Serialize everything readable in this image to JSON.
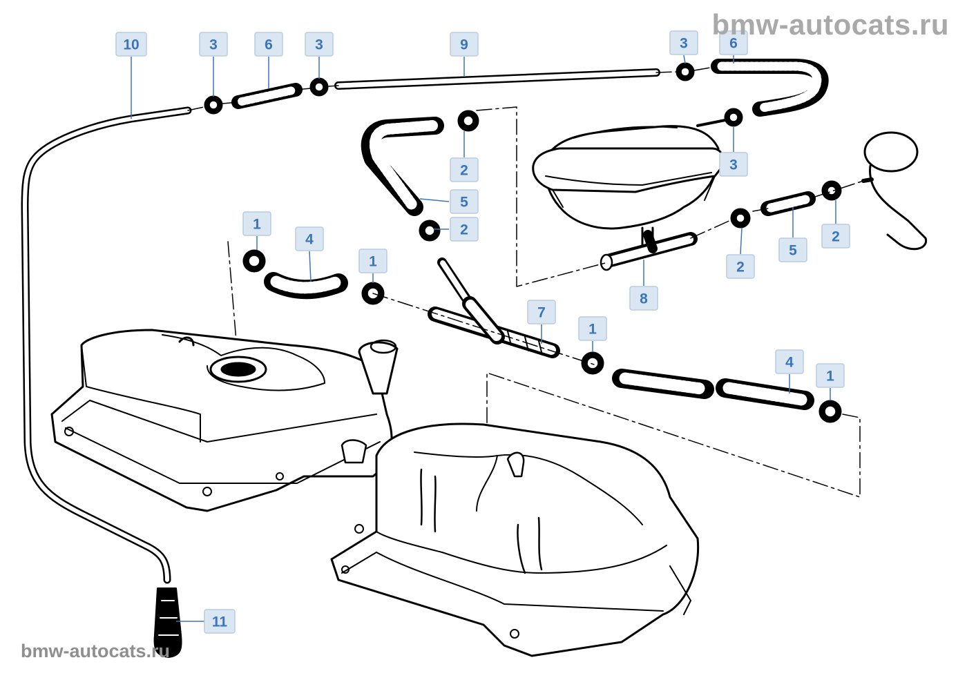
{
  "watermark": {
    "top": "bmw-autocats.ru",
    "bottom": "bmw-autocats.ru"
  },
  "callouts": [
    {
      "id": "c10",
      "label": "10"
    },
    {
      "id": "c3a",
      "label": "3"
    },
    {
      "id": "c6a",
      "label": "6"
    },
    {
      "id": "c3b",
      "label": "3"
    },
    {
      "id": "c9",
      "label": "9"
    },
    {
      "id": "c3c",
      "label": "3"
    },
    {
      "id": "c6b",
      "label": "6"
    },
    {
      "id": "c2a",
      "label": "2"
    },
    {
      "id": "c3d",
      "label": "3"
    },
    {
      "id": "c5a",
      "label": "5"
    },
    {
      "id": "c2b",
      "label": "2"
    },
    {
      "id": "c1a",
      "label": "1"
    },
    {
      "id": "c4a",
      "label": "4"
    },
    {
      "id": "c1b",
      "label": "1"
    },
    {
      "id": "c2c",
      "label": "2"
    },
    {
      "id": "c5b",
      "label": "5"
    },
    {
      "id": "c2d",
      "label": "2"
    },
    {
      "id": "c8",
      "label": "8"
    },
    {
      "id": "c7",
      "label": "7"
    },
    {
      "id": "c1c",
      "label": "1"
    },
    {
      "id": "c4b",
      "label": "4"
    },
    {
      "id": "c1d",
      "label": "1"
    },
    {
      "id": "c11",
      "label": "11"
    }
  ],
  "colors": {
    "callout_text": "#3a74bd",
    "callout_fill": "#dbe6f3",
    "line_art": "#000000",
    "watermark": "#a9a9a9"
  }
}
